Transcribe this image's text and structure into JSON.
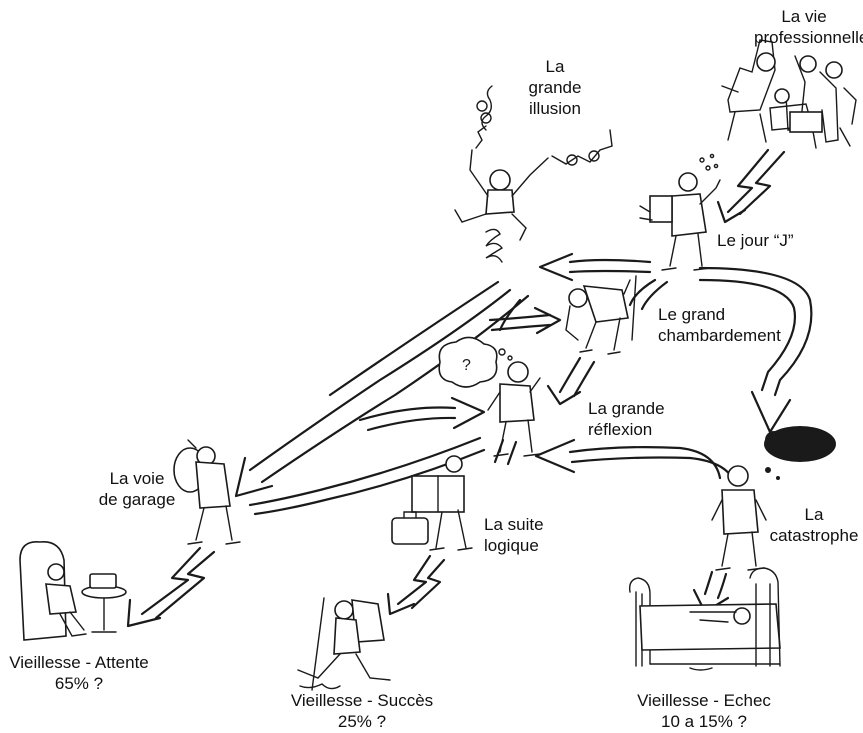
{
  "title": "",
  "stages": {
    "vie_professionnelle": [
      "La vie",
      "professionnelle"
    ],
    "grande_illusion": [
      "La",
      "grande",
      "illusion"
    ],
    "jour_j": "Le jour “J”",
    "grand_chambardement": [
      "Le grand",
      "chambardement"
    ],
    "grande_reflexion": [
      "La grande",
      "réflexion"
    ],
    "voie_de_garage": [
      "La voie",
      "de garage"
    ],
    "suite_logique": [
      "La suite",
      "logique"
    ],
    "catastrophe": [
      "La",
      "catastrophe"
    ]
  },
  "outcomes": {
    "attente": {
      "label": "Vieillesse - Attente",
      "share": "65% ?"
    },
    "succes": {
      "label": "Vieillesse - Succès",
      "share": "25% ?"
    },
    "echec": {
      "label": "Vieillesse - Echec",
      "share": "10 a 15% ?"
    }
  },
  "style": {
    "ink": "#1a1a1a",
    "paper": "#ffffff"
  }
}
